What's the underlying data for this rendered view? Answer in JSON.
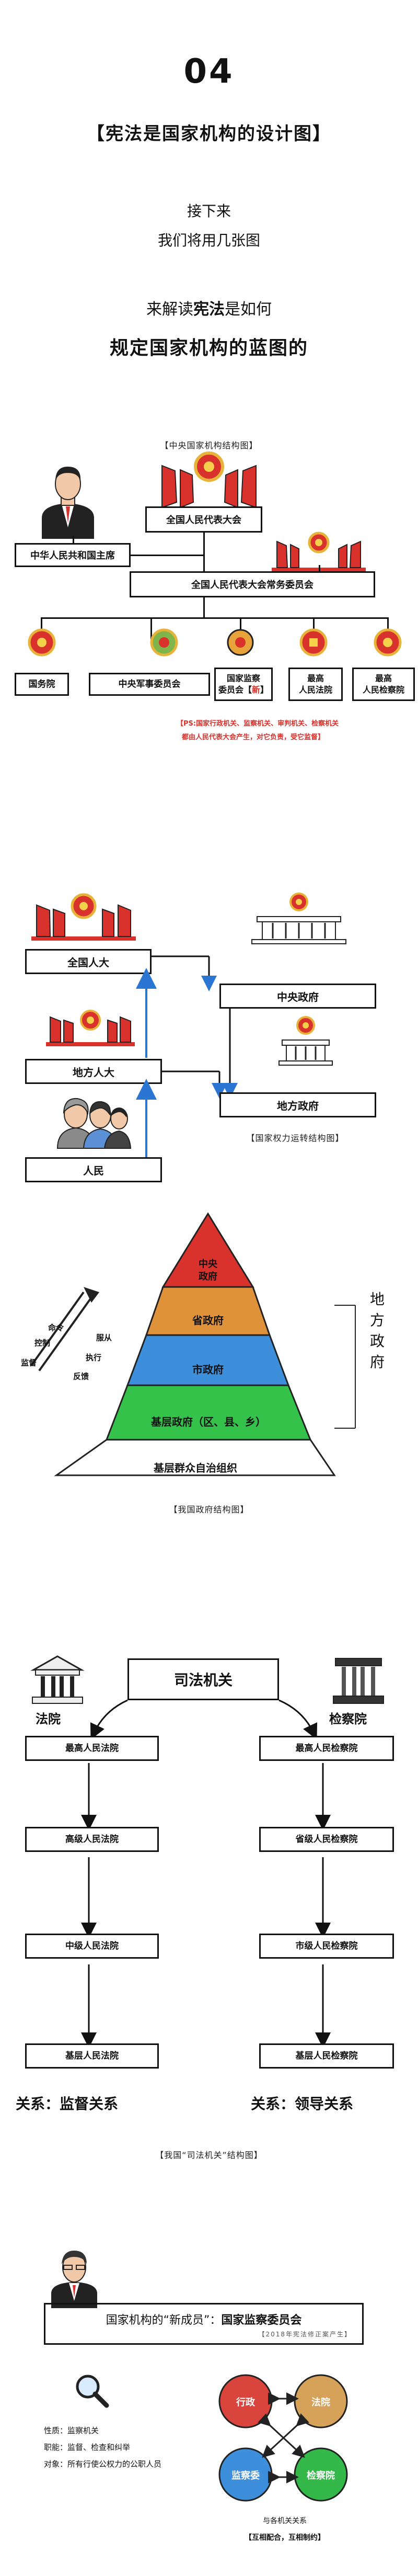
{
  "section": {
    "number": "04",
    "title": "【宪法是国家机构的设计图】",
    "intro_line1": "接下来",
    "intro_line2": "我们将用几张图",
    "intro_line3_pre": "来解读",
    "intro_line3_bold": "宪法",
    "intro_line3_post": "是如何",
    "intro_heading": "规定国家机构的蓝图的"
  },
  "central_chart": {
    "caption": "【中央国家机构结构图】",
    "npc": "全国人民代表大会",
    "president": "中华人民共和国主席",
    "standing_committee": "全国人民代表大会常务委员会",
    "state_council": "国务院",
    "military_commission": "中央军事委员会",
    "supervision_line1": "国家监察",
    "supervision_line2_pre": "委员会【",
    "supervision_line2_new": "新",
    "supervision_line2_post": "】",
    "court_line1": "最高",
    "court_line2": "人民法院",
    "procuratorate_line1": "最高",
    "procuratorate_line2": "人民检察院",
    "note_line1": "【PS:国家行政机关、监察机关、审判机关、检察机关",
    "note_line2": "都由人民代表大会产生，对它负责，受它监督】",
    "note_highlight": "#d9312b"
  },
  "power_chart": {
    "caption": "【国家权力运转结构图】",
    "npc": "全国人大",
    "local_congress": "地方人大",
    "people": "人民",
    "central_gov": "中央政府",
    "local_gov": "地方政府",
    "arrow_color": "#2a76d2"
  },
  "pyramid_chart": {
    "caption": "【我国政府结构图】",
    "levels": [
      {
        "label_line1": "中央",
        "label_line2": "政府",
        "color": "#d9312b"
      },
      {
        "label_line1": "省政府",
        "label_line2": "",
        "color": "#e0923a"
      },
      {
        "label_line1": "市政府",
        "label_line2": "",
        "color": "#3d8fdb"
      },
      {
        "label_line1": "基层政府（区、县、乡）",
        "label_line2": "",
        "color": "#34c24a"
      },
      {
        "label_line1": "基层群众自治组织",
        "label_line2": "",
        "color": "#ffffff"
      }
    ],
    "left_words_1": [
      "命令",
      "控制",
      "监督"
    ],
    "left_words_2": [
      "服从",
      "执行",
      "反馈"
    ],
    "right_label": [
      "地",
      "方",
      "政",
      "府"
    ]
  },
  "judicial_chart": {
    "caption": "【我国“司法机关”结构图】",
    "title": "司法机关",
    "court_label": "法院",
    "procuratorate_label": "检察院",
    "courts": [
      "最高人民法院",
      "高级人民法院",
      "中级人民法院",
      "基层人民法院"
    ],
    "procuratorates": [
      "最高人民检察院",
      "省级人民检察院",
      "市级人民检察院",
      "基层人民检察院"
    ],
    "relation_left": "关系：监督关系",
    "relation_right": "关系：领导关系"
  },
  "supervision_section": {
    "banner_pre": "国家机构的“新成员”：",
    "banner_bold": "国家监察委员会",
    "banner_sub": "【2018年宪法修正案产生】",
    "nature": "性质：监察机关",
    "duty": "职能：监督、检查和纠举",
    "target": "对象：所有行使公权力的公职人员",
    "circles": [
      {
        "label": "行政",
        "color": "#d9453d"
      },
      {
        "label": "法院",
        "color": "#d6a25a"
      },
      {
        "label": "监察委",
        "color": "#3d8fdb"
      },
      {
        "label": "检察院",
        "color": "#34b84a"
      }
    ],
    "relation_caption": "与各机关关系",
    "relation_note": "【互相配合，互相制约】"
  }
}
